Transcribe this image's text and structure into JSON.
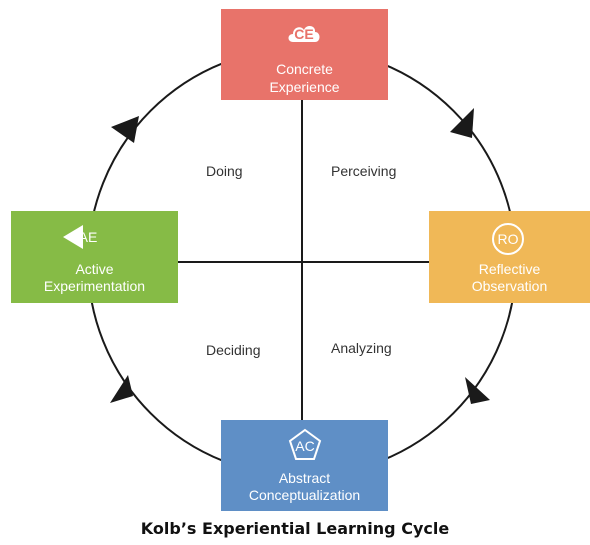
{
  "title": "Kolb’s Experiential Learning Cycle",
  "stages": {
    "ce": {
      "abbr": "CE",
      "line1": "Concrete",
      "line2": "Experience",
      "color": "#e8736a"
    },
    "ro": {
      "abbr": "RO",
      "line1": "Reflective",
      "line2": "Observation",
      "color": "#f0b857"
    },
    "ac": {
      "abbr": "AC",
      "line1": "Abstract",
      "line2": "Conceptualization",
      "color": "#5f8fc6"
    },
    "ae": {
      "abbr": "AE",
      "line1": "Active",
      "line2": "Experimentation",
      "color": "#86bb46"
    }
  },
  "quadrants": {
    "top_left": "Doing",
    "top_right": "Perceiving",
    "bottom_left": "Deciding",
    "bottom_right": "Analyzing"
  }
}
